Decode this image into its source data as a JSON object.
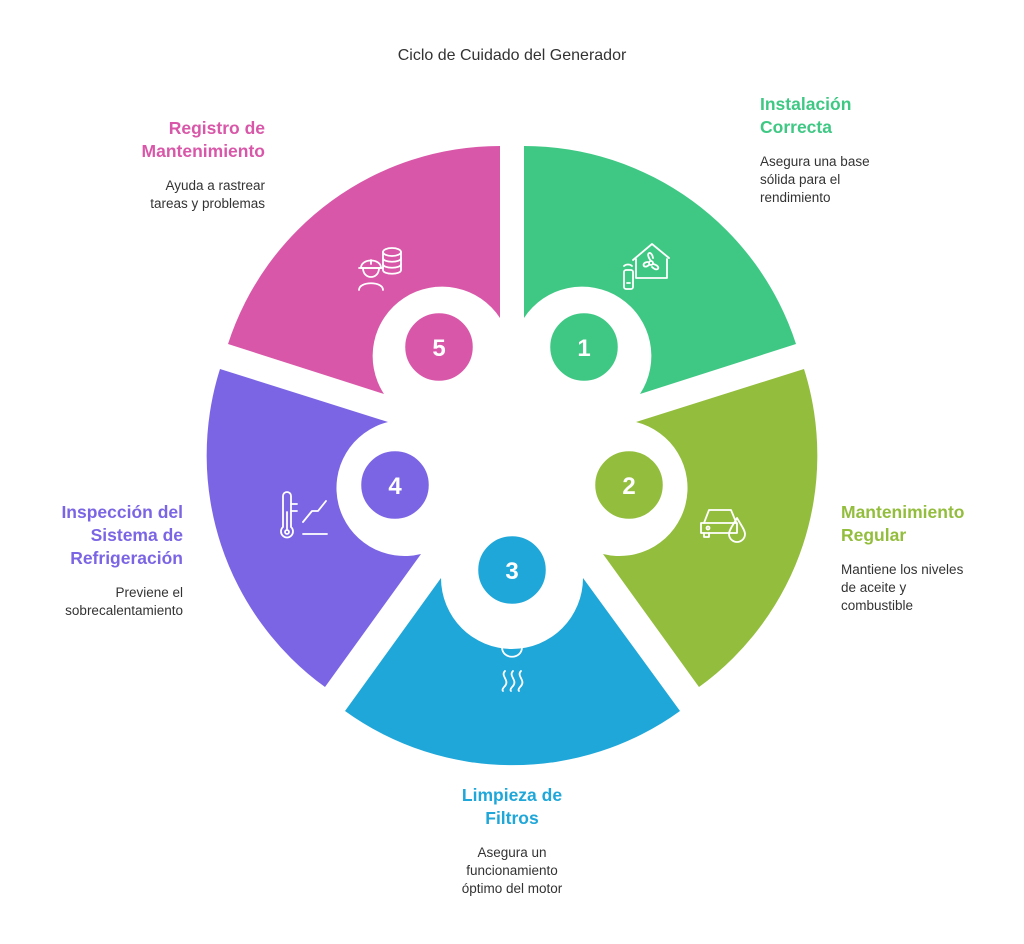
{
  "title": "Ciclo de Cuidado del Generador",
  "colors": {
    "step1": "#3fc884",
    "step2": "#93bd3c",
    "step3": "#1fa7d9",
    "step4": "#7c65e5",
    "step5": "#d957a8"
  },
  "steps": [
    {
      "number": "1",
      "title": "Instalación\nCorrecta",
      "description": "Asegura una base\nsólida para el\nrendimiento",
      "icon": "smart-home-fan-icon"
    },
    {
      "number": "2",
      "title": "Mantenimiento\nRegular",
      "description": "Mantiene los niveles\nde aceite y\ncombustible",
      "icon": "car-oil-drop-icon"
    },
    {
      "number": "3",
      "title": "Limpieza de\nFiltros",
      "description": "Asegura un\nfuncionamiento\nóptimo del motor",
      "icon": "air-filter-icon"
    },
    {
      "number": "4",
      "title": "Inspección del\nSistema de\nRefrigeración",
      "description": "Previene el\nsobrecalentamiento",
      "icon": "thermometer-icon"
    },
    {
      "number": "5",
      "title": "Registro de\nMantenimiento",
      "description": "Ayuda a rastrear\ntareas y problemas",
      "icon": "worker-database-icon"
    }
  ]
}
